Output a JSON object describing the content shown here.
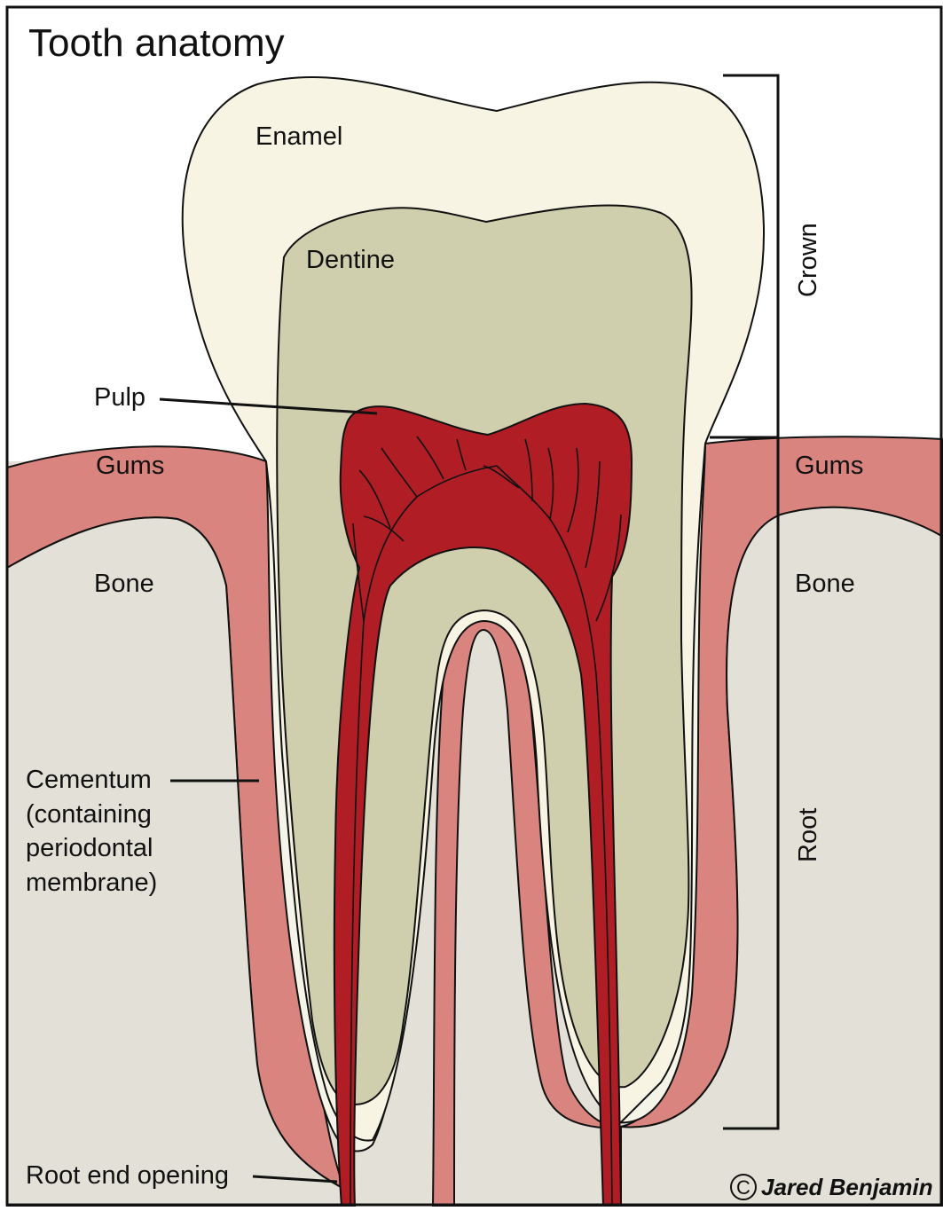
{
  "title": "Tooth anatomy",
  "labels": {
    "enamel": "Enamel",
    "dentine": "Dentine",
    "pulp": "Pulp",
    "gums_left": "Gums",
    "gums_right": "Gums",
    "bone_left": "Bone",
    "bone_right": "Bone",
    "cementum": [
      "Cementum",
      "(containing",
      "periodontal",
      "membrane)"
    ],
    "root_end_opening": "Root end opening",
    "crown": "Crown",
    "root": "Root"
  },
  "copyright": {
    "symbol": "C",
    "author": "Jared Benjamin"
  },
  "colors": {
    "enamel": "#f7f4e4",
    "dentine": "#cfcfae",
    "pulp": "#b11d24",
    "gums": "#d9847f",
    "bone": "#e3e1d7",
    "cementum": "#f5f4e8",
    "outline": "#111111"
  }
}
